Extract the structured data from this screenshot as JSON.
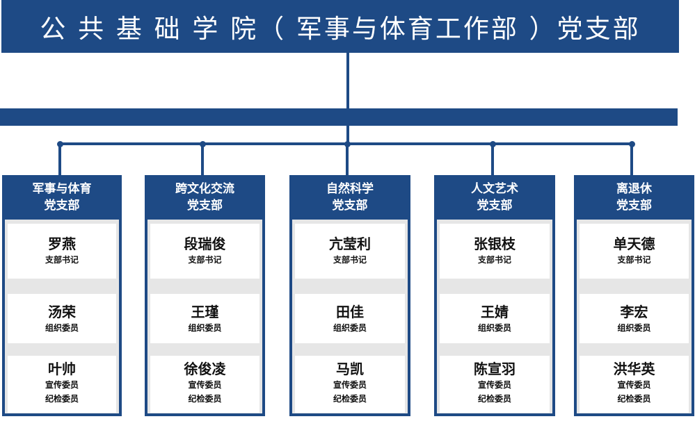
{
  "title": "公 共 基 础 学 院（ 军事与体育工作部 ）党支部",
  "branches": [
    {
      "name_line1": "军事与体育",
      "name_line2": "党支部",
      "members": [
        {
          "name": "罗燕",
          "roles": [
            "支部书记"
          ]
        },
        {
          "name": "汤荣",
          "roles": [
            "组织委员"
          ]
        },
        {
          "name": "叶帅",
          "roles": [
            "宣传委员",
            "纪检委员"
          ]
        }
      ]
    },
    {
      "name_line1": "跨文化交流",
      "name_line2": "党支部",
      "members": [
        {
          "name": "段瑞俊",
          "roles": [
            "支部书记"
          ]
        },
        {
          "name": "王瑾",
          "roles": [
            "组织委员"
          ]
        },
        {
          "name": "徐俊凌",
          "roles": [
            "宣传委员",
            "纪检委员"
          ]
        }
      ]
    },
    {
      "name_line1": "自然科学",
      "name_line2": "党支部",
      "members": [
        {
          "name": "亢莹利",
          "roles": [
            "支部书记"
          ]
        },
        {
          "name": "田佳",
          "roles": [
            "组织委员"
          ]
        },
        {
          "name": "马凯",
          "roles": [
            "宣传委员",
            "纪检委员"
          ]
        }
      ]
    },
    {
      "name_line1": "人文艺术",
      "name_line2": "党支部",
      "members": [
        {
          "name": "张银枝",
          "roles": [
            "支部书记"
          ]
        },
        {
          "name": "王婧",
          "roles": [
            "组织委员"
          ]
        },
        {
          "name": "陈宣羽",
          "roles": [
            "宣传委员",
            "纪检委员"
          ]
        }
      ]
    },
    {
      "name_line1": "离退休",
      "name_line2": "党支部",
      "members": [
        {
          "name": "单天德",
          "roles": [
            "支部书记"
          ]
        },
        {
          "name": "李宏",
          "roles": [
            "组织委员"
          ]
        },
        {
          "name": "洪华英",
          "roles": [
            "宣传委员",
            "纪检委员"
          ]
        }
      ]
    }
  ]
}
